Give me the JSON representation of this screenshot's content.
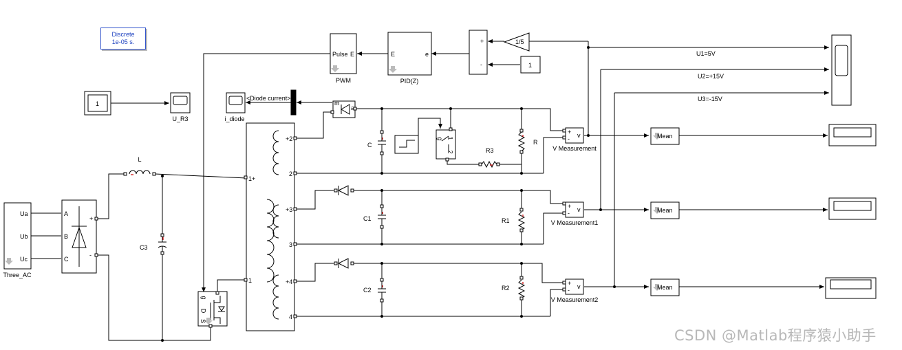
{
  "solver": {
    "line1": "Discrete",
    "line2": "1e-05 s."
  },
  "blocks": {
    "pwm": {
      "name": "PWM",
      "in_port": "Pulse",
      "out_port": "E"
    },
    "pid": {
      "name": "PID(Z)",
      "in_port": "E",
      "out_port": "e"
    },
    "gain": "1/5",
    "const_ref": "1",
    "const_src": "1",
    "sum_plus": "+",
    "sum_minus": "-",
    "scope_r3": "U_R3",
    "scope_diode": "i_diode",
    "bus_selector": "<Diode current>",
    "diode_ports": {
      "m": "m",
      "a": "a"
    },
    "inductor": "L",
    "rectifier": {
      "plus": "+",
      "minus": "-",
      "a": "A",
      "b": "B",
      "c": "C"
    },
    "source": {
      "name": "Three_AC",
      "ua": "Ua",
      "ub": "Ub",
      "uc": "Uc"
    },
    "cap_in": "C3",
    "transformer_ports": [
      "1+",
      "1",
      "+2",
      "2",
      "+3",
      "3",
      "+4",
      "4"
    ],
    "mosfet_ports": {
      "g": "g",
      "d": "D",
      "s": "S"
    },
    "cap_out": [
      "C",
      "C1",
      "C2"
    ],
    "resistors": [
      "R",
      "R1",
      "R2",
      "R3"
    ],
    "switch_ports": {
      "g": "g",
      "p1": "1",
      "p2": "2"
    },
    "vmeas": [
      "V Measurement",
      "V Measurement1",
      "V Measurement2"
    ],
    "vmeas_ports": {
      "plus": "+",
      "minus": "-",
      "v": "v"
    },
    "mean": "Mean",
    "signals": [
      "U1=5V",
      "U2=+15V",
      "U3=-15V"
    ]
  },
  "watermark": "CSDN @Matlab程序猿小助手"
}
